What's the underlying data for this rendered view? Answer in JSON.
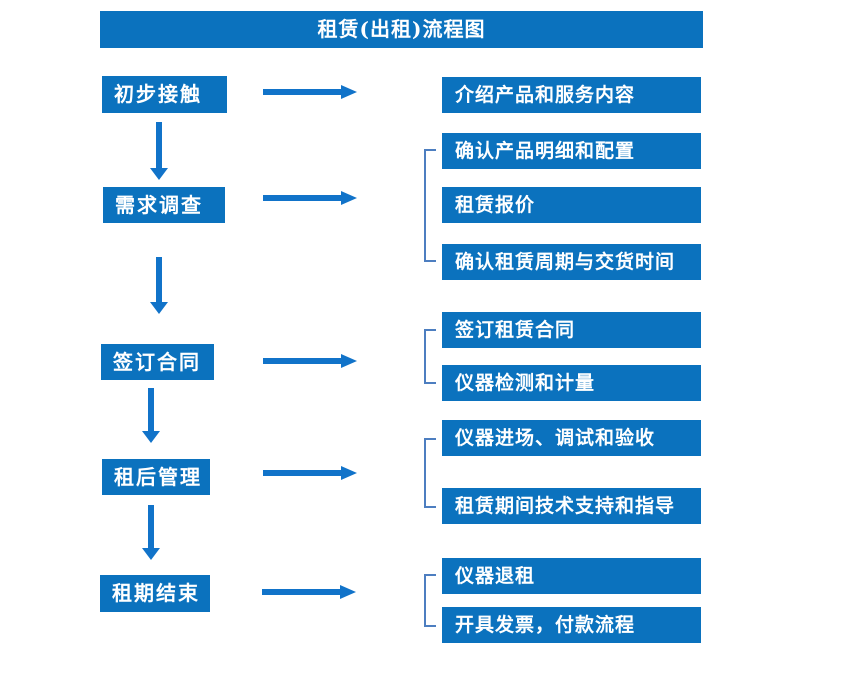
{
  "title": "租赁(出租)流程图",
  "colors": {
    "box_blue": "#0b72be",
    "arrow_blue": "#1173c9",
    "bracket_blue": "#4d7ec0",
    "text_white": "#ffffff"
  },
  "steps": [
    {
      "label": "初步接触",
      "details": [
        "介绍产品和服务内容"
      ]
    },
    {
      "label": "需求调查",
      "details": [
        "确认产品明细和配置",
        "租赁报价",
        "确认租赁周期与交货时间"
      ]
    },
    {
      "label": "签订合同",
      "details": [
        "签订租赁合同",
        "仪器检测和计量"
      ]
    },
    {
      "label": "租后管理",
      "details": [
        "仪器进场、调试和验收",
        "租赁期间技术支持和指导"
      ]
    },
    {
      "label": "租期结束",
      "details": [
        "仪器退租",
        "开具发票，付款流程"
      ]
    }
  ]
}
